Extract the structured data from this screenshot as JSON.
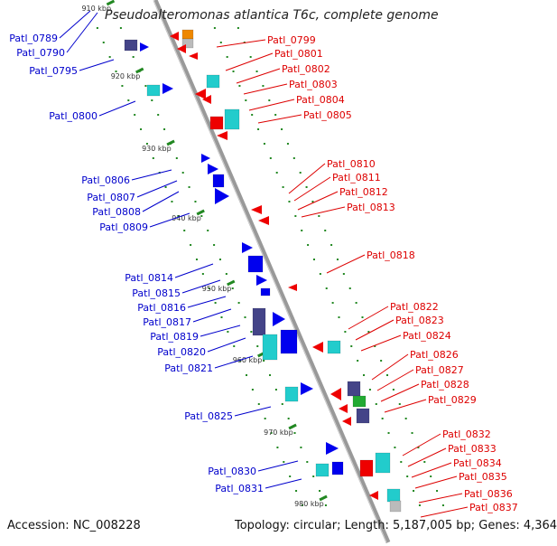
{
  "title": "Pseudoalteromonas atlantica T6c, complete genome",
  "footer": {
    "accession": "Accession: NC_008228",
    "topology": "Topology: circular; Length: 5,187,005 bp; Genes: 4,364"
  },
  "kbp_markers": [
    "910 kbp",
    "920 kbp",
    "930 kbp",
    "940 kbp",
    "950 kbp",
    "960 kbp",
    "970 kbp",
    "980 kbp"
  ],
  "left_genes": [
    "Patl_0789",
    "Patl_0790",
    "Patl_0795",
    "Patl_0800",
    "Patl_0806",
    "Patl_0807",
    "Patl_0808",
    "Patl_0809",
    "Patl_0814",
    "Patl_0815",
    "Patl_0816",
    "Patl_0817",
    "Patl_0819",
    "Patl_0820",
    "Patl_0821",
    "Patl_0825",
    "Patl_0830",
    "Patl_0831"
  ],
  "right_genes": [
    "Patl_0799",
    "Patl_0801",
    "Patl_0802",
    "Patl_0803",
    "Patl_0804",
    "Patl_0805",
    "Patl_0810",
    "Patl_0811",
    "Patl_0812",
    "Patl_0813",
    "Patl_0818",
    "Patl_0822",
    "Patl_0823",
    "Patl_0824",
    "Patl_0826",
    "Patl_0827",
    "Patl_0828",
    "Patl_0829",
    "Patl_0832",
    "Patl_0833",
    "Patl_0834",
    "Patl_0835",
    "Patl_0836",
    "Patl_0837"
  ],
  "colors": {
    "left_label": "#0000cc",
    "right_label": "#dd0000",
    "backbone": "#999999",
    "tick": "#228822",
    "gene_blue": "#0000ee",
    "gene_red": "#ee0000",
    "gene_cyan": "#22cccc",
    "gene_navy": "#444488",
    "gene_orange": "#ee8800",
    "gene_grey": "#bbbbbb",
    "gene_green": "#22aa33"
  }
}
